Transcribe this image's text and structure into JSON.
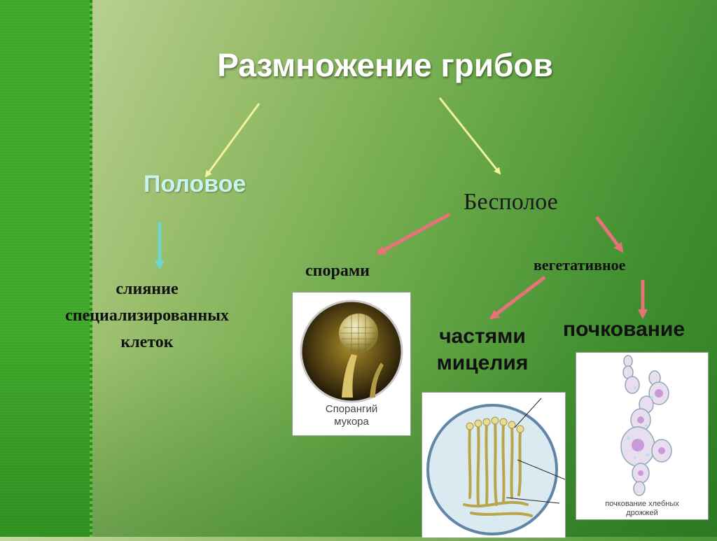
{
  "slide": {
    "title": "Размножение грибов",
    "sexual": {
      "label": "Половое",
      "description_lines": [
        "слияние",
        "специализированных",
        "клеток"
      ]
    },
    "asexual": {
      "label": "Бесполое",
      "spores": {
        "label": "спорами",
        "image_caption_lines": [
          "Спорангий",
          "мукора"
        ]
      },
      "vegetative": {
        "label": "вегетативное",
        "mycelium": {
          "label_lines": [
            "частями",
            "мицелия"
          ]
        },
        "budding": {
          "label": "почкование",
          "image_caption_lines": [
            "почкование хлебных",
            "дрожжей"
          ]
        }
      }
    }
  },
  "colors": {
    "arrow_yellow": "#f3f39a",
    "arrow_teal": "#6fd6c8",
    "arrow_red": "#e8727a",
    "title_text": "#ffffff",
    "sexual_label": "#c7f5ee"
  }
}
